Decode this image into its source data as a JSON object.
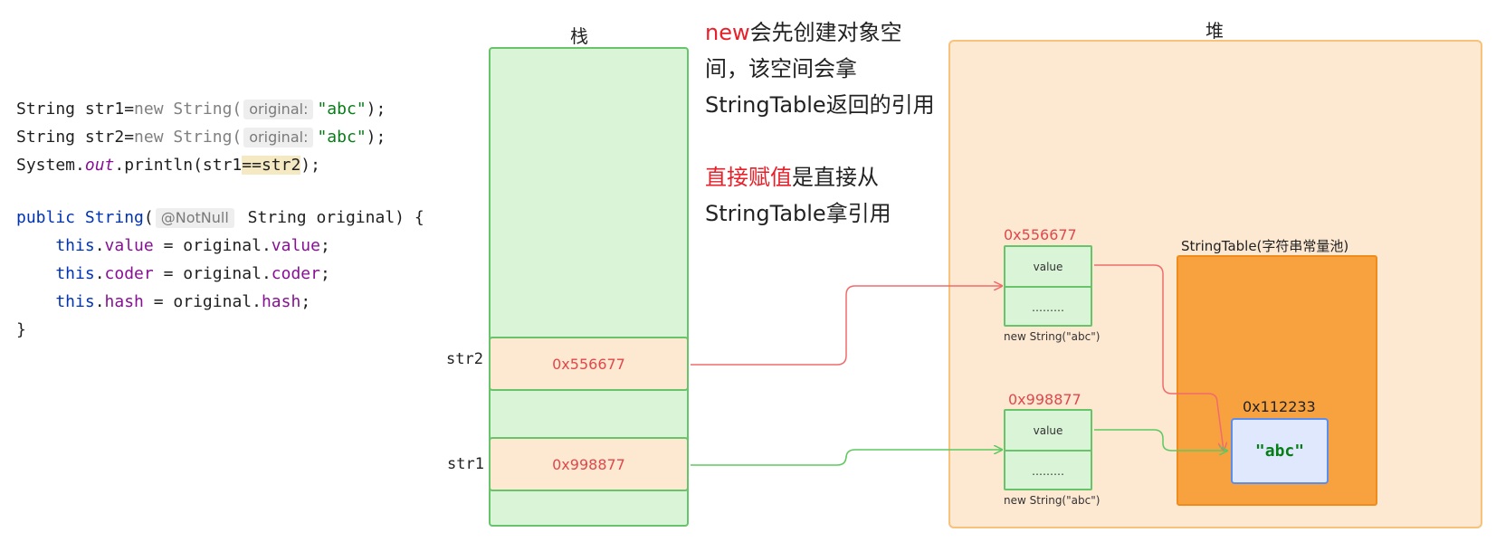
{
  "code": {
    "line1": {
      "t1": "String str1=",
      "t2": "new",
      "t3": " String(",
      "hint": "original:",
      "str": "\"abc\"",
      "t4": ");"
    },
    "line2": {
      "t1": "String str2=",
      "t2": "new",
      "t3": " String(",
      "hint": "original:",
      "str": "\"abc\"",
      "t4": ");"
    },
    "line3": {
      "t1": "System.",
      "t2": "out",
      "t3": ".println(str1",
      "t4": "==str2",
      "t5": ");"
    },
    "line4": {
      "t1": "public",
      "t2": " String",
      "t3": "(",
      "hint": "@NotNull",
      "t4": " String original) {"
    },
    "line5": {
      "t1": "    this",
      "t2": ".",
      "t3": "value",
      "t4": " = original.",
      "t5": "value",
      "t6": ";"
    },
    "line6": {
      "t1": "    this",
      "t2": ".",
      "t3": "coder",
      "t4": " = original.",
      "t5": "coder",
      "t6": ";"
    },
    "line7": {
      "t1": "    this",
      "t2": ".",
      "t3": "hash",
      "t4": " = original.",
      "t5": "hash",
      "t6": ";"
    },
    "line8": {
      "t1": "}"
    }
  },
  "stack": {
    "title": "栈",
    "str2_label": "str2",
    "str2_value": "0x556677",
    "str1_label": "str1",
    "str1_value": "0x998877"
  },
  "notes": {
    "note1_red": "new",
    "note1_l1": "会先创建对象空",
    "note1_l2": "间，该空间会拿",
    "note1_l3": "StringTable返回的引用",
    "note2_red": "直接赋值",
    "note2_l1": "是直接从",
    "note2_l2": "StringTable拿引用"
  },
  "heap": {
    "title": "堆",
    "obj1": {
      "addr": "0x556677",
      "field1": "value",
      "field2": "………",
      "caption": "new String(\"abc\")"
    },
    "obj2": {
      "addr": "0x998877",
      "field1": "value",
      "field2": "………",
      "caption": "new String(\"abc\")"
    },
    "string_table": {
      "title": "StringTable(字符串常量池)",
      "addr": "0x112233",
      "value": "\"abc\""
    }
  },
  "colors": {
    "ref_red": "#f06b6b",
    "ref_green": "#5dc95f",
    "stack_fill": "#d9f4d7",
    "heap_fill": "#fde8d2",
    "table_fill": "#f8a23f"
  }
}
